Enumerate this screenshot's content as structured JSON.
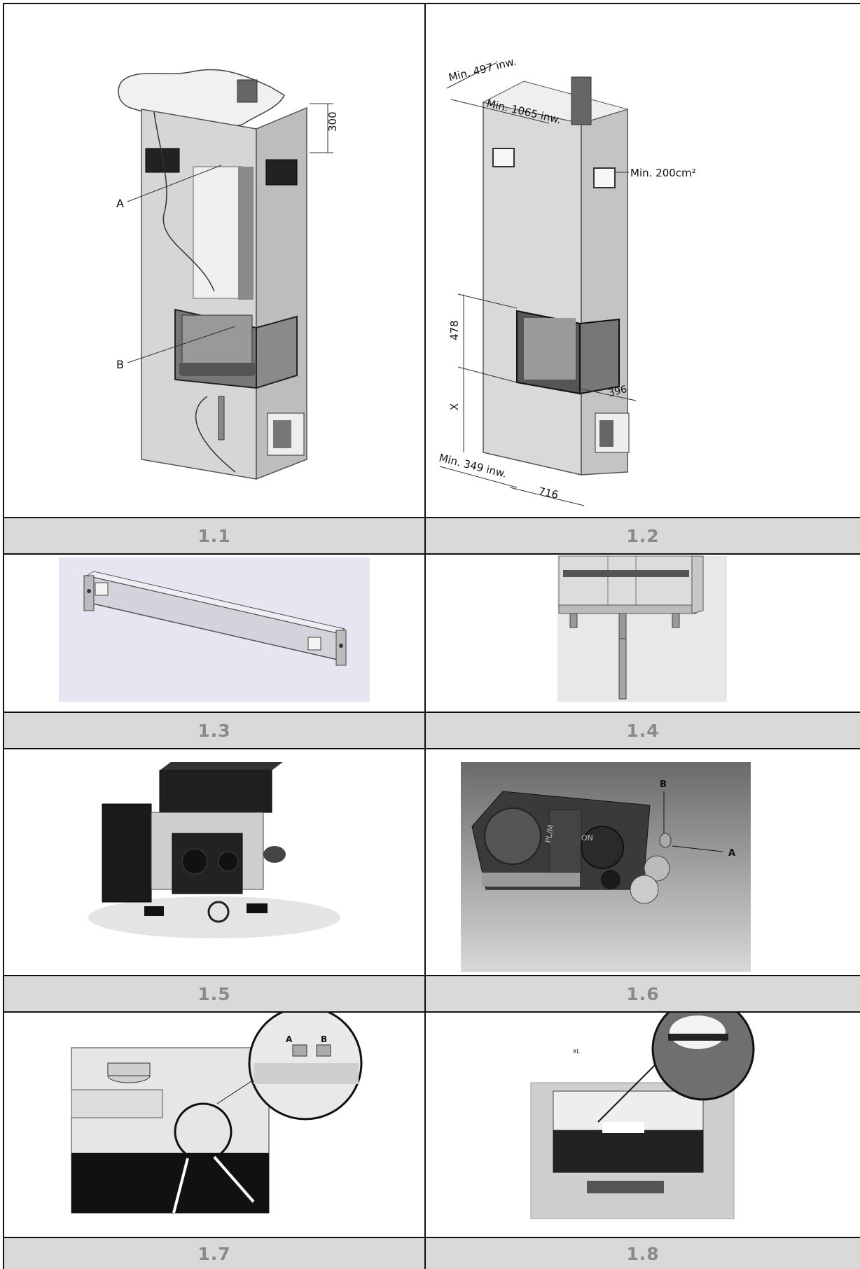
{
  "figures": [
    {
      "caption": "1.1",
      "labels": {
        "a": "A",
        "b": "B",
        "dim": "300"
      }
    },
    {
      "caption": "1.2",
      "labels": {
        "depth": "Min. 497 inw.",
        "width": "Min. 1065 inw.",
        "vent": "Min. 200cm²",
        "height": "478",
        "x": "X",
        "side": "396",
        "bottom_depth": "Min. 349 inw.",
        "bottom_width": "716"
      }
    },
    {
      "caption": "1.3"
    },
    {
      "caption": "1.4"
    },
    {
      "caption": "1.5"
    },
    {
      "caption": "1.6",
      "labels": {
        "a": "A",
        "b": "B",
        "valve_text_1": "PL/M",
        "valve_text_2": "ON"
      }
    },
    {
      "caption": "1.7",
      "labels": {
        "a": "A",
        "b": "B"
      }
    },
    {
      "caption": "1.8",
      "labels": {
        "model": "XL"
      }
    }
  ],
  "colors": {
    "caption_bg": "#d9d9d9",
    "caption_text": "#8a8a8a",
    "border": "#111111"
  }
}
